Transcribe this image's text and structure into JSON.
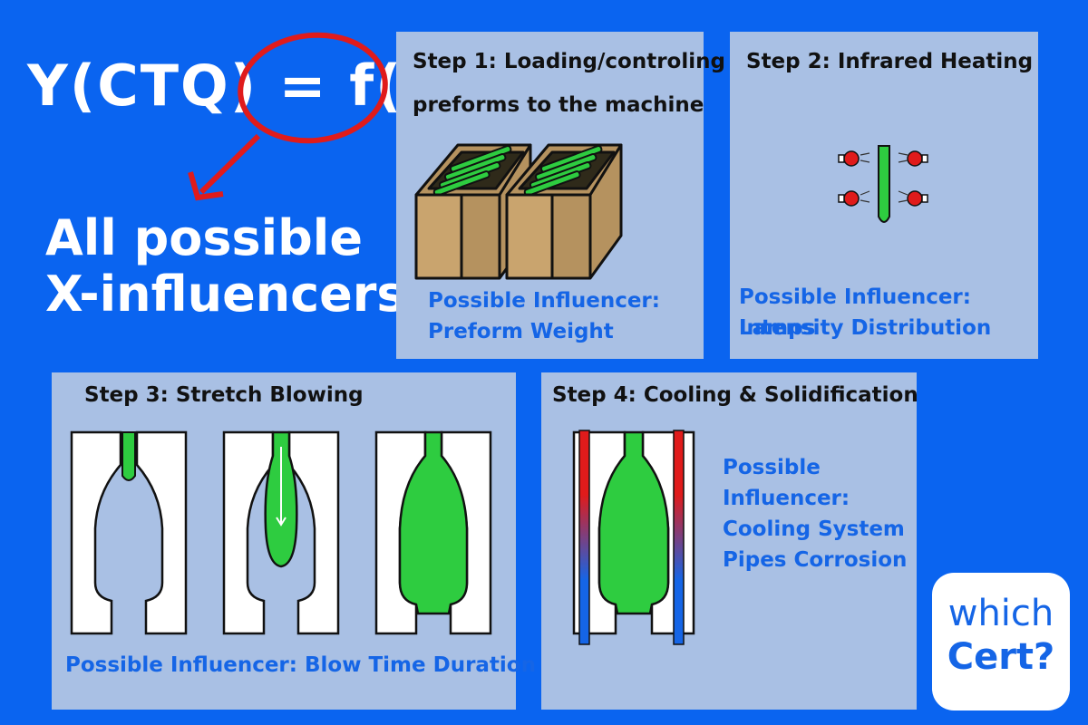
{
  "formula": {
    "left": "Y(CTQ) = ",
    "right": "f(X)"
  },
  "headline": {
    "line1": "All possible",
    "line2": "X-influencers"
  },
  "steps": [
    {
      "title_line1": "Step 1: Loading/controling",
      "title_line2": "preforms to the machine",
      "influencer_line1": "Possible Influencer:",
      "influencer_line2": "Preform Weight"
    },
    {
      "title_line1": "Step 2: Infrared Heating",
      "influencer_line1": "Possible Influencer: Lamps",
      "influencer_line2": "Intensity Distribution"
    },
    {
      "title_line1": "Step 3: Stretch Blowing",
      "influencer_line1": "Possible Influencer: Blow Time Duration"
    },
    {
      "title_line1": "Step 4: Cooling & Solidification",
      "influencer_lines": [
        "Possible",
        "Influencer:",
        "Cooling System",
        "Pipes Corrosion"
      ]
    }
  ],
  "logo": {
    "line1": "which",
    "line2": "Cert?"
  },
  "colors": {
    "background": "#0a64f0",
    "panel": "#a9c0e4",
    "accent_red": "#e01b1b",
    "preform_green": "#2ecc40",
    "influencer_blue": "#1565e6"
  },
  "icons": [
    "red-circle-annotation",
    "red-arrow-icon",
    "box-icon",
    "lamp-icon",
    "mold-icon",
    "cooling-pipe-icon"
  ]
}
